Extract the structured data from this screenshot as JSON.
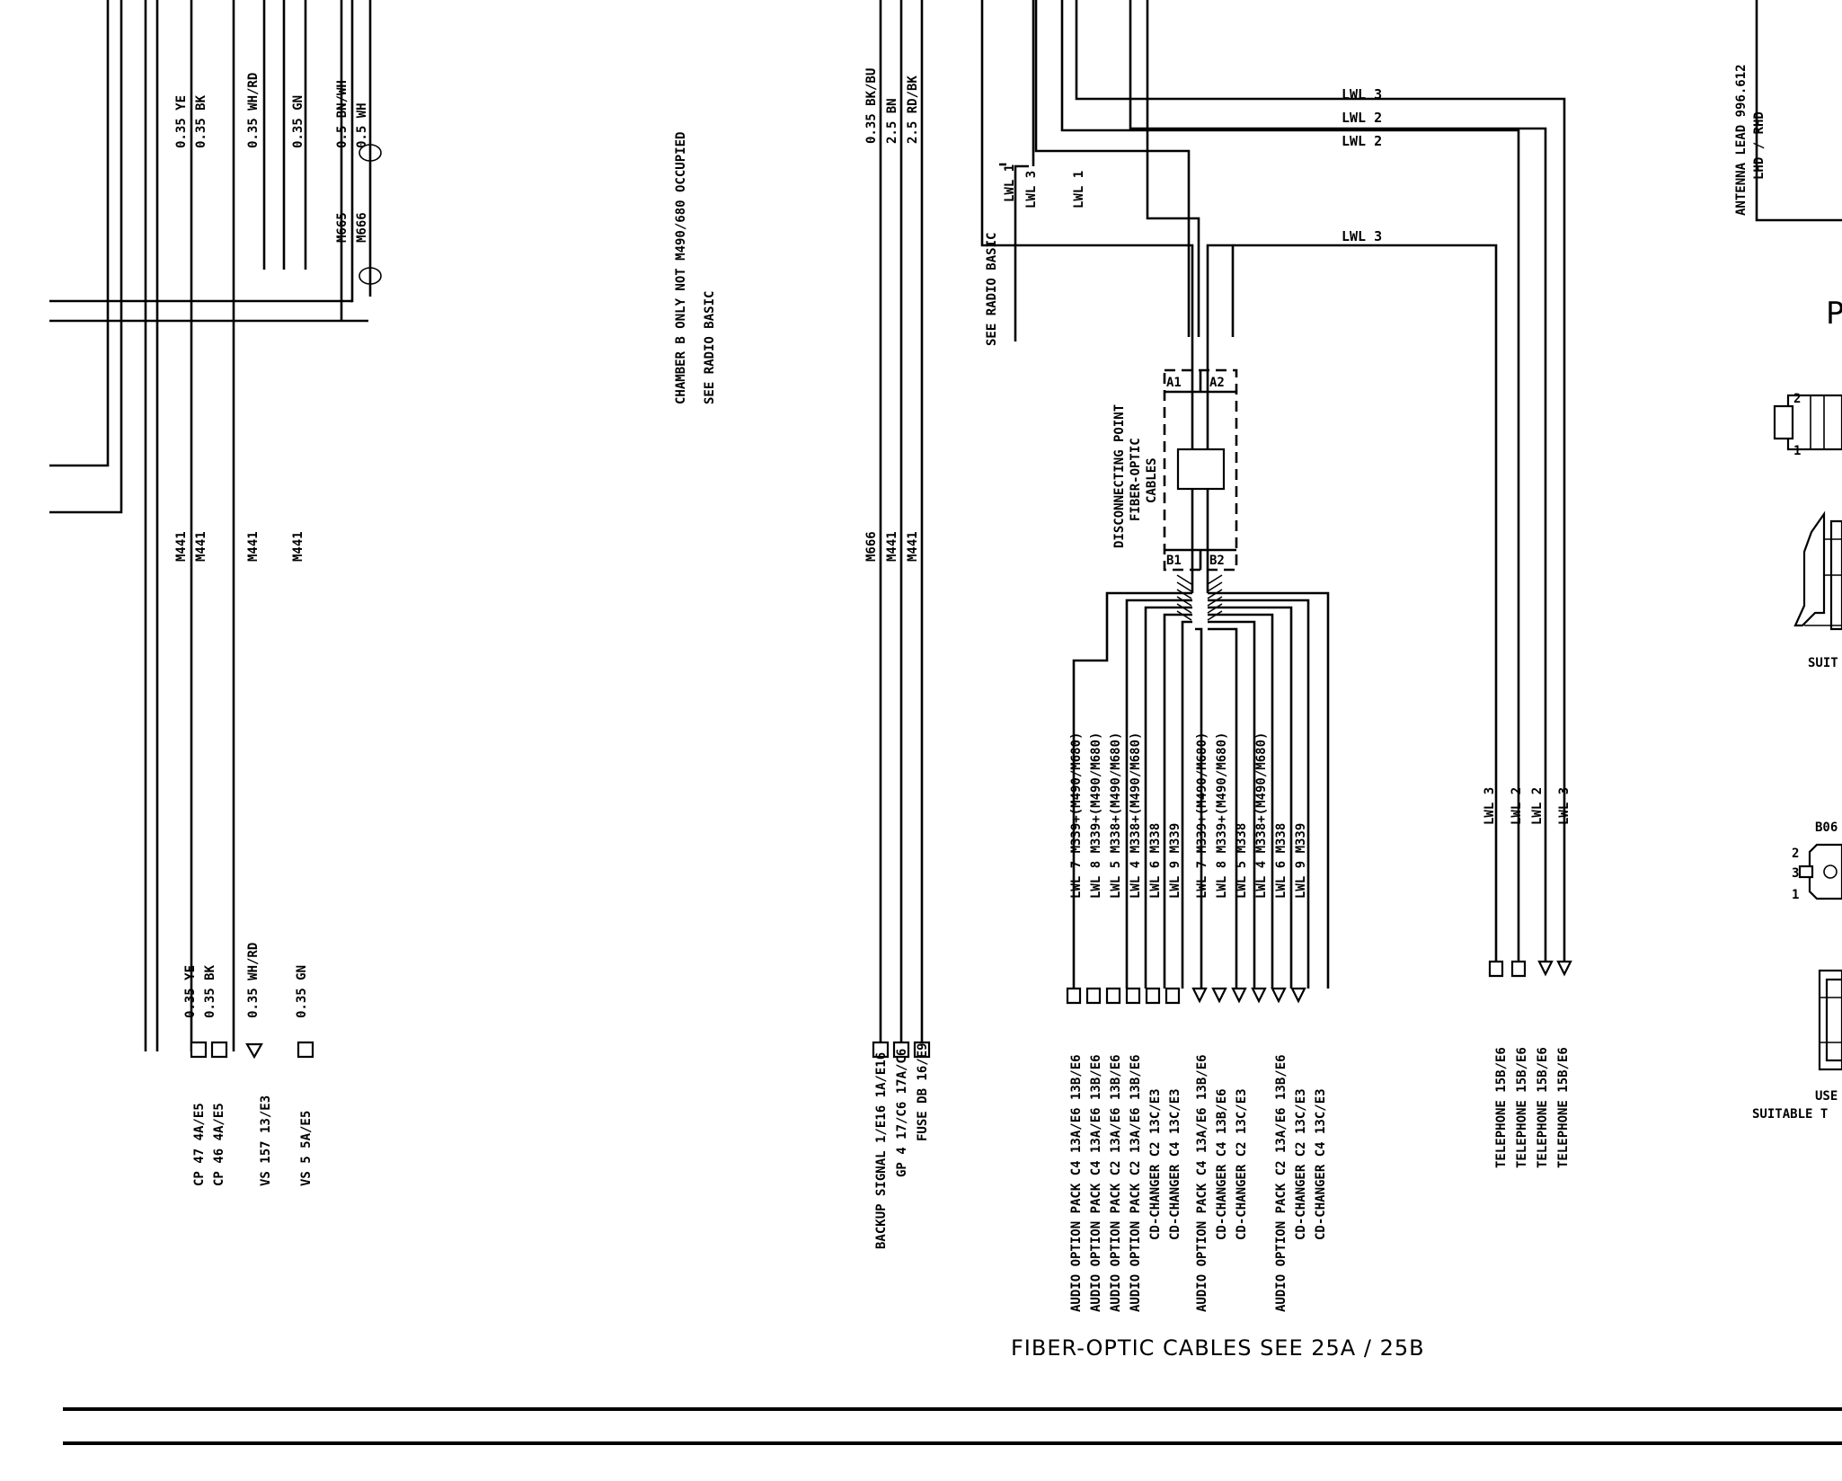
{
  "left_wires": [
    {
      "top_label": "0.35 YE",
      "bottom_label": "0.35 YE",
      "code": "M441",
      "terminal": "CP 47   4A/E5"
    },
    {
      "top_label": "0.35 BK",
      "bottom_label": "0.35 BK",
      "code": "M441",
      "terminal": "CP 46   4A/E5"
    },
    {
      "top_label": "0.35 WH/RD",
      "bottom_label": "0.35 WH/RD",
      "code": "M441",
      "terminal": "VS 157   13/E3"
    },
    {
      "top_label": "0.35 GN",
      "bottom_label": "0.35 GN",
      "code": "M441",
      "terminal": "VS 5   5A/E5"
    }
  ],
  "pair_wires": {
    "labels": [
      "0.5 BN/WH",
      "0.5 WH"
    ],
    "codes": [
      "M665",
      "M666"
    ]
  },
  "chamber_note": [
    "CHAMBER B  ONLY NOT M490/680 OCCUPIED",
    "SEE  RADIO  BASIC"
  ],
  "mid_wires": [
    {
      "top_label": "0.35 BK/BU",
      "code": "M666",
      "terminal": "BACKUP SIGNAL  1/E16  1A/E16"
    },
    {
      "top_label": "2.5 BN",
      "code": "M441",
      "terminal": "GP 4  17/C6  17A/C6"
    },
    {
      "top_label": "2.5 RD/BK",
      "code": "M441",
      "terminal": "FUSE DB   16/E9"
    }
  ],
  "lwl_top_labels": [
    "LWL 3",
    "LWL 2",
    "LWL 2",
    "LWL 3"
  ],
  "see_radio_basic": "SEE RADIO  BASIC",
  "lwl_vertical_labels": [
    "LWL 1",
    "LWL 3",
    "LWL 1"
  ],
  "disconnect_label": [
    "DISCONNECTING POINT",
    "FIBER-OPTIC",
    "CABLES"
  ],
  "pins": [
    "A1",
    "A2",
    "B1",
    "B2"
  ],
  "fiber_wires": [
    {
      "label": "LWL  7   M339+(M490/M680)",
      "terminal": "AUDIO OPTION PACK C4  13A/E6  13B/E6"
    },
    {
      "label": "LWL  8   M339+(M490/M680)",
      "terminal": "AUDIO OPTION PACK C4  13A/E6  13B/E6"
    },
    {
      "label": "LWL  5   M338+(M490/M680)",
      "terminal": "AUDIO OPTION PACK C2  13A/E6  13B/E6"
    },
    {
      "label": "LWL  4   M338+(M490/M680)",
      "terminal": "AUDIO OPTION PACK C2  13A/E6  13B/E6"
    },
    {
      "label": "LWL  6   M338",
      "terminal": "CD-CHANGER C2          13C/E3"
    },
    {
      "label": "LWL  9   M339",
      "terminal": "CD-CHANGER C4          13C/E3"
    },
    {
      "label": "LWL  7   M339+(M490/M680)",
      "terminal": "AUDIO OPTION PACK C4  13A/E6  13B/E6"
    },
    {
      "label": "LWL  8   M339+(M490/M680)",
      "terminal": "CD-CHANGER C4          13B/E6"
    },
    {
      "label": "LWL  5   M338",
      "terminal": "CD-CHANGER C2          13C/E3"
    },
    {
      "label": "LWL  4   M338+(M490/M680)",
      "terminal": "AUDIO OPTION PACK C2  13A/E6  13B/E6"
    },
    {
      "label": "LWL  6   M338",
      "terminal": "CD-CHANGER C2          13C/E3"
    },
    {
      "label": "LWL  9   M339",
      "terminal": "CD-CHANGER C4          13C/E3"
    }
  ],
  "tele_wires": [
    {
      "label": "LWL 3",
      "terminal": "TELEPHONE  15B/E6"
    },
    {
      "label": "LWL 2",
      "terminal": "TELEPHONE  15B/E6"
    },
    {
      "label": "LWL 2",
      "terminal": "TELEPHONE  15B/E6"
    },
    {
      "label": "LWL 3",
      "terminal": "TELEPHONE  15B/E6"
    }
  ],
  "footer_ref": "FIBER-OPTIC  CABLES SEE    25A  /  25B",
  "right_panel": {
    "antenna_lead": "ANTENNA LEAD  996.612",
    "lhd_rhd": "LHD / RHD",
    "letter_p": "P",
    "suit": "SUIT",
    "b06": "B06",
    "use_text": "USE",
    "suitable_text": "SUITABLE  T",
    "pin_numbers_top": [
      "2",
      "1"
    ],
    "pin_numbers_bottom": [
      "2",
      "3",
      "1"
    ]
  }
}
